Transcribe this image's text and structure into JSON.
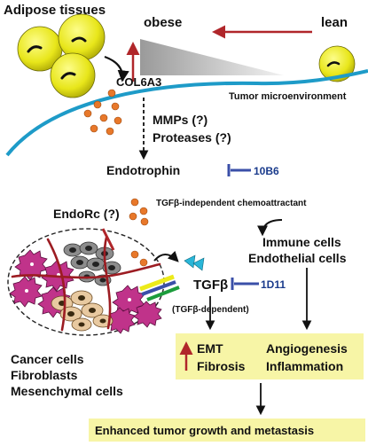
{
  "labels": {
    "adipose": "Adipose tissues",
    "obese": "obese",
    "lean": "lean",
    "col6a3": "COL6A3",
    "tumor_micro": "Tumor microenvironment",
    "mmps": "MMPs (?)",
    "proteases": "Proteases (?)",
    "endotrophin": "Endotrophin",
    "ab_10b6": "10B6",
    "endorc": "EndoRc (?)",
    "tgf_indep": "TGFβ-independent chemoattractant",
    "immune": "Immune cells",
    "endothelial": "Endothelial cells",
    "tgfb": "TGFβ",
    "ab_1d11": "1D11",
    "tgf_dep": "(TGFβ-dependent)",
    "emt": "EMT",
    "fibrosis": "Fibrosis",
    "angiogenesis": "Angiogenesis",
    "inflammation": "Inflammation",
    "cancer": "Cancer cells",
    "fibroblasts": "Fibroblasts",
    "mesenchymal": "Mesenchymal cells",
    "enhanced": "Enhanced tumor growth and metastasis"
  },
  "colors": {
    "membrane": "#1e9bc8",
    "box": "#f7f5a6",
    "arrow_red": "#b0262a",
    "antibody_blue": "#3a4fa8",
    "fat_yellow": "#e8e61a",
    "dots_orange": "#e8782a",
    "cancer_magenta": "#c0338a",
    "fibroblast_grey": "#8c8c8c",
    "mesenchymal_tan": "#e8c9a0",
    "triangle_cyan": "#2ab6d8"
  }
}
